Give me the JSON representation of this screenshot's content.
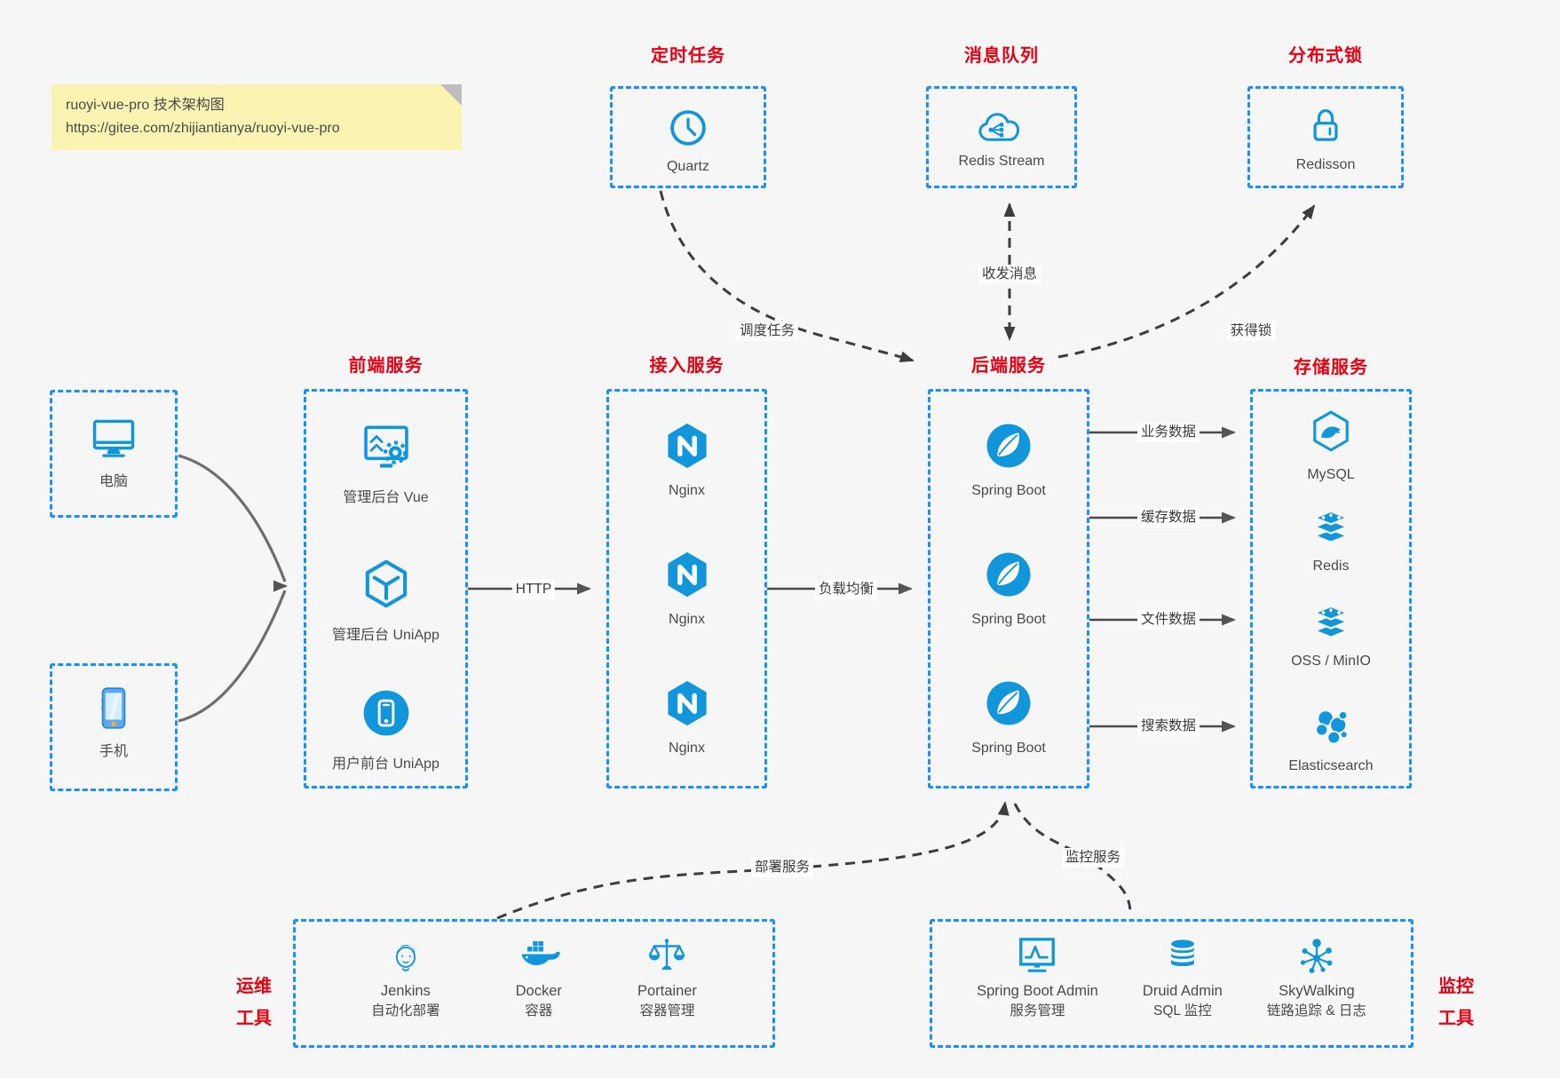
{
  "colors": {
    "background": "#f6f6f6",
    "box_border_blue": "#1890ff",
    "icon_blue": "#1296db",
    "label_red": "#e60012",
    "note_bg": "#faf3b2",
    "arrow_dark": "#3d3d3d",
    "arrow_gray": "#5a5a5a"
  },
  "note": {
    "title": "ruoyi-vue-pro 技术架构图",
    "url": "https://gitee.com/zhijiantianya/ruoyi-vue-pro"
  },
  "top_groups": [
    {
      "label": "定时任务",
      "item": "Quartz",
      "icon": "clock-icon"
    },
    {
      "label": "消息队列",
      "item": "Redis Stream",
      "icon": "cloud-stream-icon"
    },
    {
      "label": "分布式锁",
      "item": "Redisson",
      "icon": "lock-icon"
    }
  ],
  "clients": [
    {
      "label": "电脑",
      "icon": "desktop-icon"
    },
    {
      "label": "手机",
      "icon": "smartphone-icon"
    }
  ],
  "columns": [
    {
      "label": "前端服务",
      "items": [
        {
          "label": "管理后台 Vue"
        },
        {
          "label": "管理后台 UniApp"
        },
        {
          "label": "用户前台 UniApp"
        }
      ]
    },
    {
      "label": "接入服务",
      "items": [
        {
          "label": "Nginx"
        },
        {
          "label": "Nginx"
        },
        {
          "label": "Nginx"
        }
      ]
    },
    {
      "label": "后端服务",
      "items": [
        {
          "label": "Spring Boot"
        },
        {
          "label": "Spring Boot"
        },
        {
          "label": "Spring Boot"
        }
      ]
    },
    {
      "label": "存储服务",
      "items": [
        {
          "label": "MySQL"
        },
        {
          "label": "Redis"
        },
        {
          "label": "OSS / MinIO"
        },
        {
          "label": "Elasticsearch"
        }
      ]
    }
  ],
  "bottom_groups": [
    {
      "label_line1": "运维",
      "label_line2": "工具",
      "items": [
        {
          "name": "Jenkins",
          "desc": "自动化部署",
          "icon": "jenkins-icon"
        },
        {
          "name": "Docker",
          "desc": "容器",
          "icon": "docker-icon"
        },
        {
          "name": "Portainer",
          "desc": "容器管理",
          "icon": "portainer-icon"
        }
      ]
    },
    {
      "label_line1": "监控",
      "label_line2": "工具",
      "items": [
        {
          "name": "Spring Boot Admin",
          "desc": "服务管理",
          "icon": "monitor-chart-icon"
        },
        {
          "name": "Druid Admin",
          "desc": "SQL 监控",
          "icon": "database-icon"
        },
        {
          "name": "SkyWalking",
          "desc": "链路追踪 & 日志",
          "icon": "topology-icon"
        }
      ]
    }
  ],
  "edge_labels": {
    "http": "HTTP",
    "load_balance": "负载均衡",
    "schedule": "调度任务",
    "message": "收发消息",
    "lock": "获得锁",
    "business": "业务数据",
    "cache": "缓存数据",
    "file": "文件数据",
    "search": "搜索数据",
    "deploy": "部署服务",
    "monitor": "监控服务"
  }
}
